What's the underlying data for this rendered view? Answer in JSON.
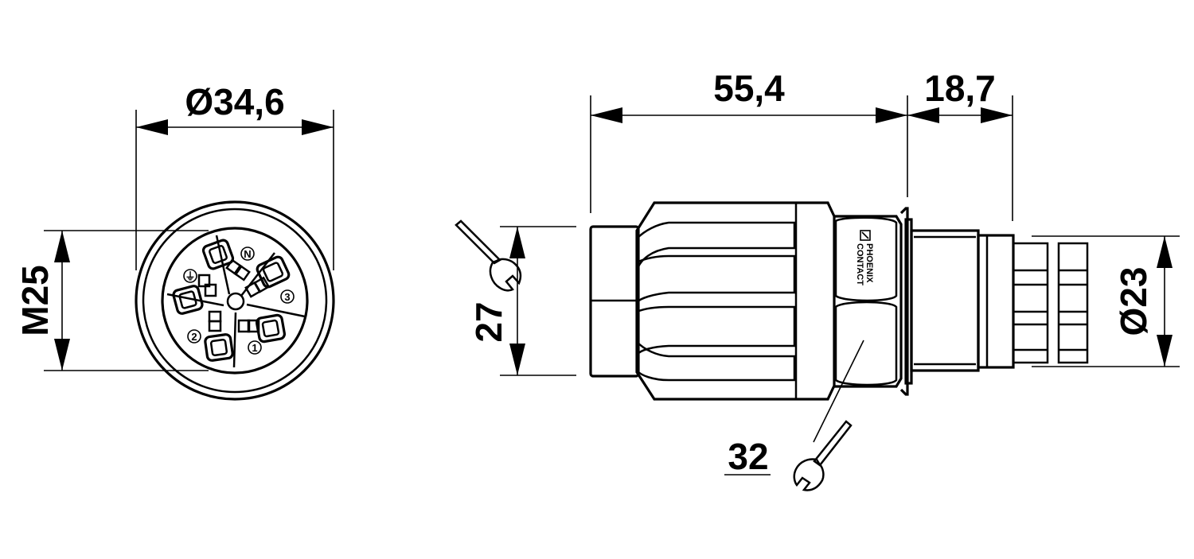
{
  "front_view": {
    "diameter_label": "Ø34,6",
    "thread_label": "M25",
    "pin_numbers": [
      "1",
      "2",
      "3"
    ],
    "pin_n_label": "N",
    "earth_symbol": "⏚"
  },
  "side_view": {
    "length_label": "55,4",
    "front_length_label": "18,7",
    "right_diameter_label": "Ø23",
    "wrench_small_label": "27",
    "wrench_large_label": "32",
    "brand_line1": "PHOENIX",
    "brand_line2": "CONTACT"
  }
}
